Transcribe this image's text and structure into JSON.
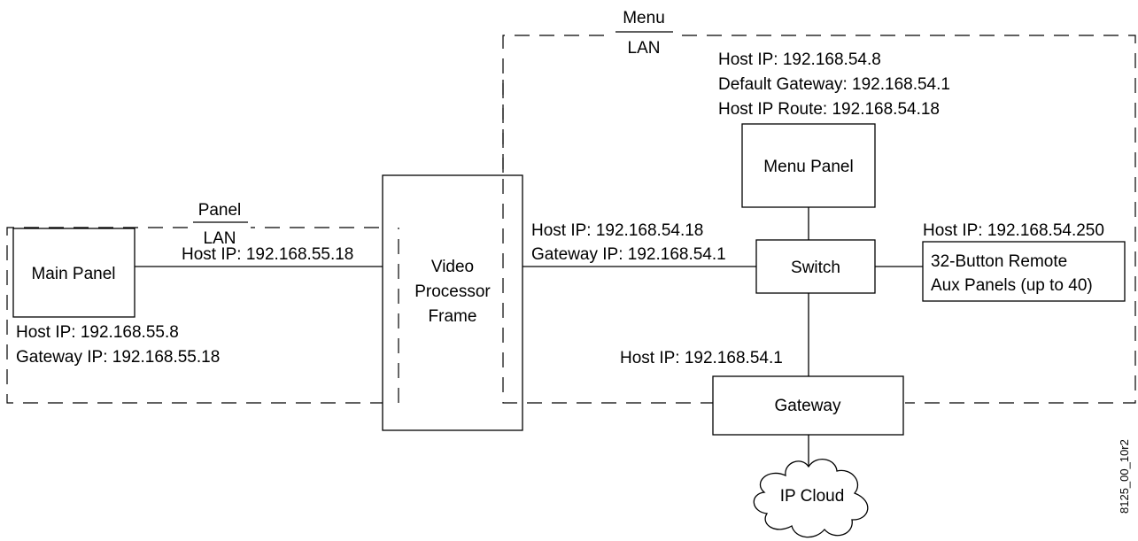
{
  "zones": {
    "menu_lan": [
      "Menu",
      "LAN"
    ],
    "panel_lan": [
      "Panel",
      "LAN"
    ]
  },
  "nodes": {
    "menu_panel": "Menu Panel",
    "main_panel": "Main Panel",
    "video_processor_frame": [
      "Video",
      "Processor",
      "Frame"
    ],
    "switch": "Switch",
    "aux_panels": [
      "32-Button Remote",
      "Aux Panels (up to 40)"
    ],
    "gateway": "Gateway",
    "ip_cloud": "IP Cloud"
  },
  "labels": {
    "menu_panel_info": [
      "Host IP: 192.168.54.8",
      "Default Gateway: 192.168.54.1",
      "Host IP Route: 192.168.54.18"
    ],
    "frame_to_switch": [
      "Host IP: 192.168.54.18",
      "Gateway IP: 192.168.54.1"
    ],
    "aux_host_ip": "Host IP: 192.168.54.250",
    "main_to_frame": "Host IP: 192.168.55.18",
    "main_panel_info": [
      "Host IP: 192.168.55.8",
      "Gateway IP: 192.168.55.18"
    ],
    "gateway_host_ip": "Host IP: 192.168.54.1"
  },
  "figure_id": "8125_00_10r2"
}
